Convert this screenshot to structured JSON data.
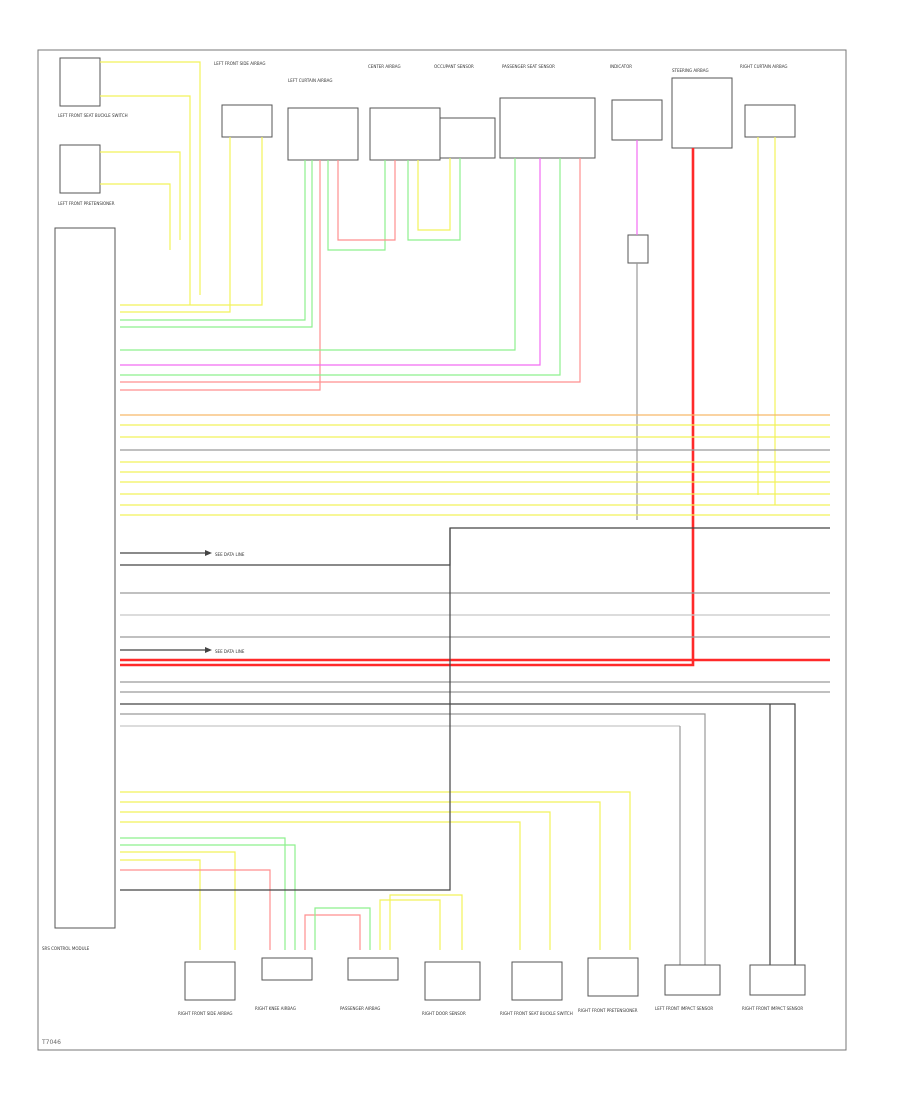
{
  "colors": {
    "yellow": "#f2f25a",
    "green": "#8ef08e",
    "pink": "#ff8f8f",
    "red": "#ff2a2a",
    "magenta": "#f26cf2",
    "orange": "#f6b96b",
    "gray": "#9a9a9a",
    "black": "#444444",
    "lightgray": "#c8c8c8"
  },
  "page_code": "T7046",
  "connectors": [
    {
      "id": "lf-belt",
      "label": "LEFT FRONT SEAT BUCKLE SWITCH"
    },
    {
      "id": "lf-pretensioner",
      "label": "LEFT FRONT PRETENSIONER"
    },
    {
      "id": "lf-side-airbag",
      "label": "LEFT FRONT SIDE AIRBAG"
    },
    {
      "id": "lf-curtain",
      "label": "LEFT CURTAIN AIRBAG"
    },
    {
      "id": "center-airbag",
      "label": "CENTER AIRBAG"
    },
    {
      "id": "occupant-sensor",
      "label": "OCCUPANT SENSOR"
    },
    {
      "id": "passenger-sensor",
      "label": "PASSENGER SEAT SENSOR"
    },
    {
      "id": "indicator",
      "label": "INDICATOR"
    },
    {
      "id": "steering-airbag",
      "label": "STEERING AIRBAG"
    },
    {
      "id": "rf-curtain",
      "label": "RIGHT CURTAIN AIRBAG"
    },
    {
      "id": "srs-module",
      "label": "SRS CONTROL MODULE"
    },
    {
      "id": "rf-side-airbag",
      "label": "RIGHT FRONT SIDE AIRBAG"
    },
    {
      "id": "rf-knee-airbag",
      "label": "RIGHT KNEE AIRBAG"
    },
    {
      "id": "rf-passenger-airbag",
      "label": "PASSENGER AIRBAG"
    },
    {
      "id": "rf-door-sensor",
      "label": "RIGHT DOOR SENSOR"
    },
    {
      "id": "rf-belt",
      "label": "RIGHT FRONT SEAT BUCKLE SWITCH"
    },
    {
      "id": "rf-pretensioner",
      "label": "RIGHT FRONT PRETENSIONER"
    },
    {
      "id": "lf-impact-sensor",
      "label": "LEFT FRONT IMPACT SENSOR"
    },
    {
      "id": "rf-impact-sensor",
      "label": "RIGHT FRONT IMPACT SENSOR"
    }
  ],
  "bus_labels": {
    "bus1": "SEE DATA LINE",
    "bus2": "SEE DATA LINE"
  }
}
